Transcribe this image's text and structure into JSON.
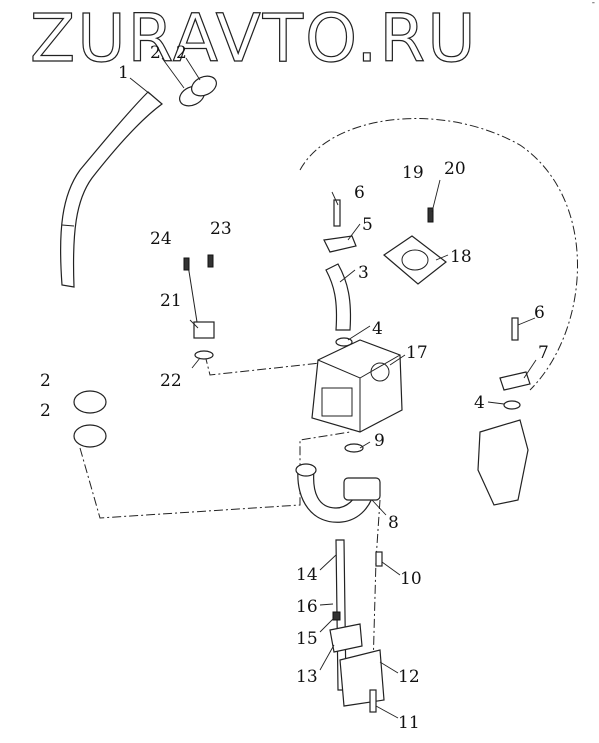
{
  "watermark": "ZURAVTO.RU",
  "corner_mark": "-",
  "callouts": [
    "1",
    "2",
    "2",
    "2",
    "2",
    "3",
    "4",
    "4",
    "5",
    "6",
    "6",
    "7",
    "8",
    "9",
    "10",
    "11",
    "12",
    "13",
    "14",
    "15",
    "16",
    "17",
    "18",
    "19",
    "20",
    "21",
    "22",
    "23",
    "24"
  ],
  "colors": {
    "line": "#222222",
    "background": "#ffffff"
  }
}
